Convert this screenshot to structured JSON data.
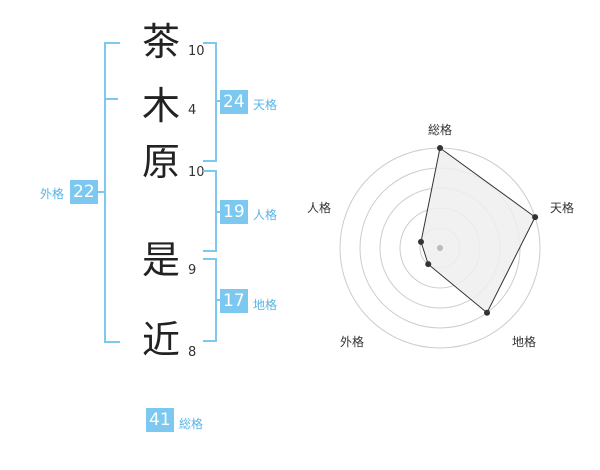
{
  "name": {
    "chars": [
      {
        "char": "茶",
        "strokes": "10"
      },
      {
        "char": "木",
        "strokes": "4"
      },
      {
        "char": "原",
        "strokes": "10"
      },
      {
        "char": "是",
        "strokes": "9"
      },
      {
        "char": "近",
        "strokes": "8"
      }
    ]
  },
  "fortune": {
    "tenkaku": {
      "value": "24",
      "label": "天格"
    },
    "jinkaku": {
      "value": "19",
      "label": "人格"
    },
    "chikaku": {
      "value": "17",
      "label": "地格"
    },
    "gaikaku": {
      "value": "22",
      "label": "外格"
    },
    "soukaku": {
      "value": "41",
      "label": "総格"
    }
  },
  "radar": {
    "labels": {
      "top": "総格",
      "right": "天格",
      "bottom_right": "地格",
      "bottom_left": "外格",
      "left": "人格"
    },
    "levels": 5,
    "scores": {
      "soukaku": 5,
      "tenkaku": 5,
      "chikaku": 4,
      "gaikaku": 1,
      "jinkaku": 1
    },
    "fill_color": "#eeeeee",
    "line_color": "#333333"
  }
}
